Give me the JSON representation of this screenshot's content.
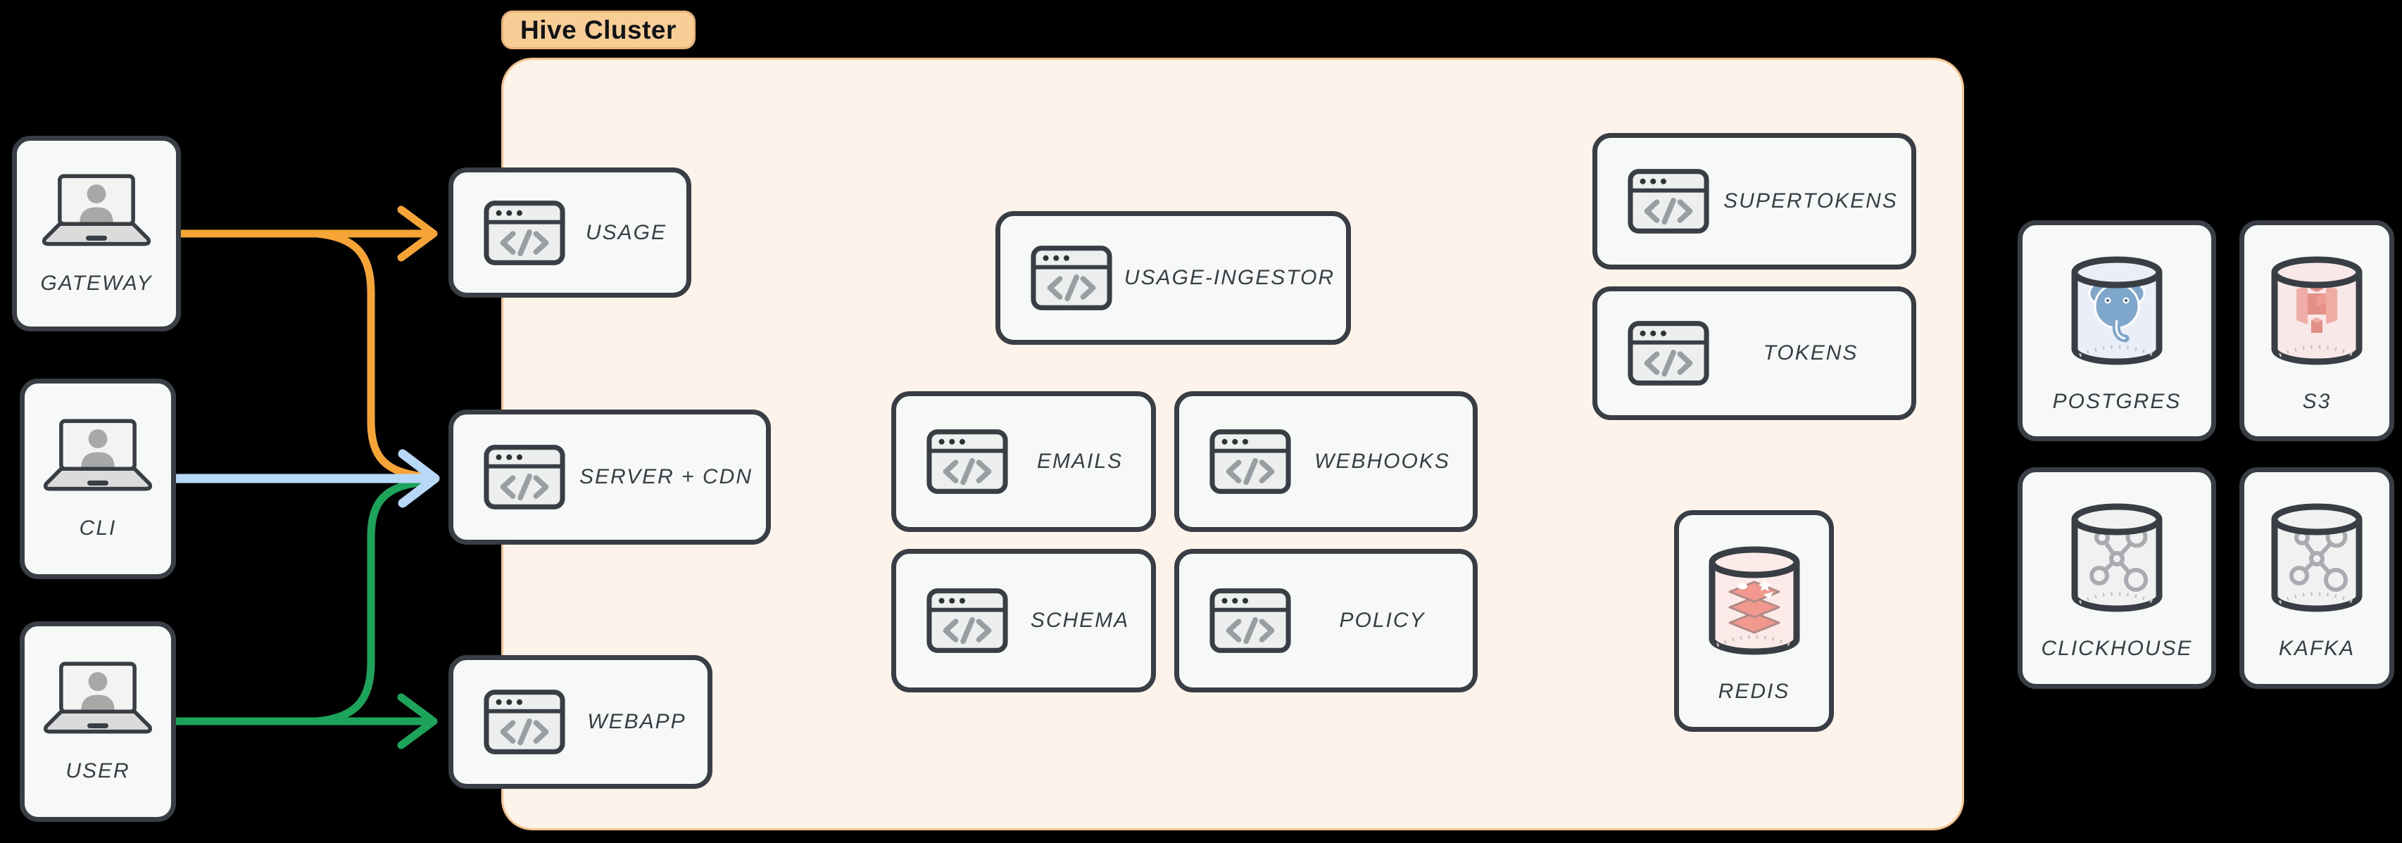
{
  "title_chip": {
    "label": "Hive Cluster"
  },
  "colors": {
    "background": "#000000",
    "cluster_fill": "#FDF3EB",
    "cluster_border": "#F5C48E",
    "chip_fill": "#F8CD96",
    "node_border": "#383E44",
    "node_fill": "#F7F8F8",
    "label_text": "#383E44",
    "edge_orange": "#F6A435",
    "edge_blue": "#B7D8F6",
    "edge_green": "#1CA45A"
  },
  "actors": [
    {
      "id": "gateway",
      "label": "GATEWAY",
      "icon": "laptop-user-icon"
    },
    {
      "id": "cli",
      "label": "CLI",
      "icon": "laptop-user-icon"
    },
    {
      "id": "user",
      "label": "USER",
      "icon": "laptop-user-icon"
    }
  ],
  "cluster_services": [
    {
      "id": "usage",
      "label": "USAGE",
      "icon": "browser-code-icon"
    },
    {
      "id": "server-cdn",
      "label": "SERVER + CDN",
      "icon": "browser-code-icon"
    },
    {
      "id": "webapp",
      "label": "WEBAPP",
      "icon": "browser-code-icon"
    },
    {
      "id": "usage-ingestor",
      "label": "USAGE-INGESTOR",
      "icon": "browser-code-icon"
    },
    {
      "id": "emails",
      "label": "EMAILS",
      "icon": "browser-code-icon"
    },
    {
      "id": "webhooks",
      "label": "WEBHOOKS",
      "icon": "browser-code-icon"
    },
    {
      "id": "schema",
      "label": "SCHEMA",
      "icon": "browser-code-icon"
    },
    {
      "id": "policy",
      "label": "POLICY",
      "icon": "browser-code-icon"
    },
    {
      "id": "supertokens",
      "label": "SUPERTOKENS",
      "icon": "browser-code-icon"
    },
    {
      "id": "tokens",
      "label": "TOKENS",
      "icon": "browser-code-icon"
    },
    {
      "id": "redis",
      "label": "REDIS",
      "icon": "database-redis-icon"
    }
  ],
  "databases": [
    {
      "id": "postgres",
      "label": "POSTGRES",
      "icon": "database-postgres-icon"
    },
    {
      "id": "s3",
      "label": "S3",
      "icon": "database-s3-icon"
    },
    {
      "id": "clickhouse",
      "label": "CLICKHOUSE",
      "icon": "database-graph-icon"
    },
    {
      "id": "kafka",
      "label": "KAFKA",
      "icon": "database-graph-icon"
    }
  ],
  "edges": [
    {
      "from": "gateway",
      "to": "usage",
      "color": "#F6A435"
    },
    {
      "from": "gateway",
      "to": "server-cdn",
      "color": "#F6A435"
    },
    {
      "from": "cli",
      "to": "server-cdn",
      "color": "#B7D8F6"
    },
    {
      "from": "user",
      "to": "server-cdn",
      "color": "#1CA45A"
    },
    {
      "from": "user",
      "to": "webapp",
      "color": "#1CA45A"
    }
  ]
}
